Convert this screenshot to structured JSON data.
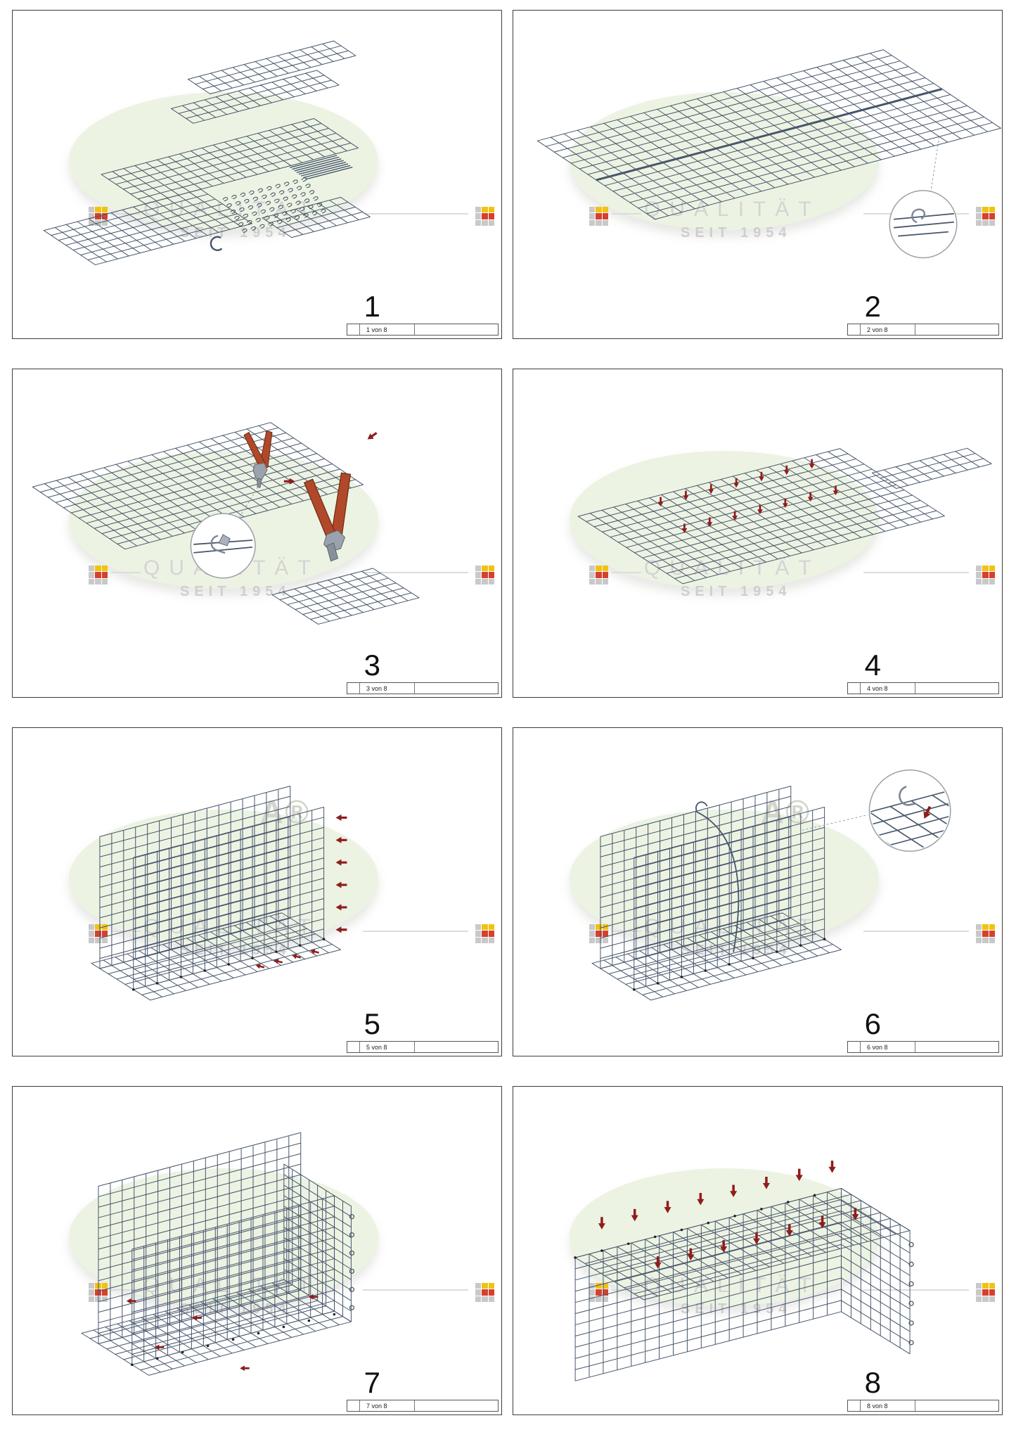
{
  "watermark": {
    "line1": "QUALITÄT",
    "line2": "SEIT 1954",
    "partial": "A®"
  },
  "panels": [
    {
      "number": "1",
      "footer": "1 von 8",
      "show_partial": false
    },
    {
      "number": "2",
      "footer": "2 von 8",
      "show_partial": false
    },
    {
      "number": "3",
      "footer": "3 von 8",
      "show_partial": false
    },
    {
      "number": "4",
      "footer": "4 von 8",
      "show_partial": false
    },
    {
      "number": "5",
      "footer": "5 von 8",
      "show_partial": true
    },
    {
      "number": "6",
      "footer": "6 von 8",
      "show_partial": true
    },
    {
      "number": "7",
      "footer": "7 von 8",
      "show_partial": false
    },
    {
      "number": "8",
      "footer": "8 von 8",
      "show_partial": false
    }
  ],
  "colors": {
    "mesh": "#46566b",
    "arrow": "#8f1d1d",
    "plier_handle": "#b0492a",
    "plier_metal": "#9aa3ad",
    "watermark_ellipse": "#edf3e3",
    "watermark_text": "#d4d4d4",
    "logo_yellow": "#f0c310",
    "logo_red": "#d6402e",
    "logo_gray": "#c9c9c9",
    "frame": "#3c3c3c"
  }
}
